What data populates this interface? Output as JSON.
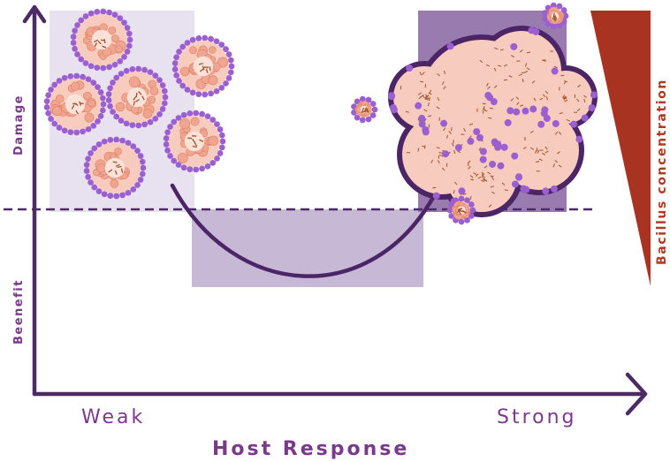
{
  "diagram": {
    "xlabel": "Host Response",
    "x_low_label": "Weak",
    "x_high_label": "Strong",
    "y_top_label": "Damage",
    "y_bottom_label": "Beenefit",
    "wedge_label": "Bacillus concentration"
  },
  "colors": {
    "axis": "#4d2a63",
    "text": "#7a3a8c",
    "curve": "#4b2566",
    "weak_panel": "#e8e2f0",
    "mid_panel": "#c7b8d6",
    "strong_panel": "#9a7bb0",
    "wedge": "#a83320",
    "cell_fill": "#f7cbbd",
    "cell_ring": "#9b5fd0",
    "cell_ring_dark": "#4b2566",
    "bacilli": "#a0522d"
  }
}
